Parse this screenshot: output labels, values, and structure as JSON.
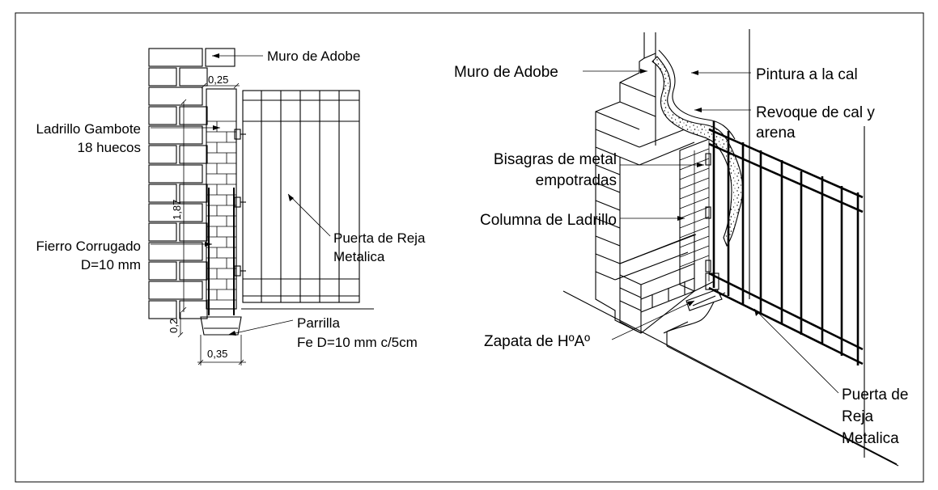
{
  "elevation": {
    "labels": {
      "muro_adobe": "Muro de Adobe",
      "ladrillo_line1": "Ladrillo Gambote",
      "ladrillo_line2": "18 huecos",
      "fierro_line1": "Fierro Corrugado",
      "fierro_line2": "D=10 mm",
      "puerta_line1": "Puerta de Reja",
      "puerta_line2": "Metalica",
      "parrilla_line1": "Parrilla",
      "parrilla_line2": "Fe D=10 mm c/5cm"
    },
    "dimensions": {
      "width_top": "0,25",
      "height": "1,87",
      "footing_depth": "0,2",
      "footing_width": "0,35"
    }
  },
  "isometric": {
    "labels": {
      "muro_adobe": "Muro de Adobe",
      "pintura": "Pintura a la cal",
      "revoque_line1": "Revoque de cal y",
      "revoque_line2": "arena",
      "bisagras_line1": "Bisagras de metal",
      "bisagras_line2": "empotradas",
      "columna": "Columna de Ladrillo",
      "zapata": "Zapata de HºAº",
      "puerta_line1": "Puerta de",
      "puerta_line2": "Reja",
      "puerta_line3": "Metalica"
    }
  }
}
